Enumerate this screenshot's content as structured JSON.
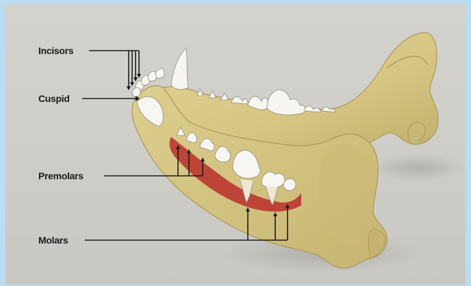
{
  "labels": {
    "incisors": "Incisors",
    "cuspid": "Cuspid",
    "premolars": "Premolars",
    "molars": "Molars"
  },
  "colors": {
    "background_frame": "#bcdcf2",
    "panel": "#d0cec9",
    "bone": "#d9c98a",
    "bone_shadow": "#b8a563",
    "tooth": "#f7f5ef",
    "gum": "#b9322c",
    "line": "#1b1b1b"
  }
}
